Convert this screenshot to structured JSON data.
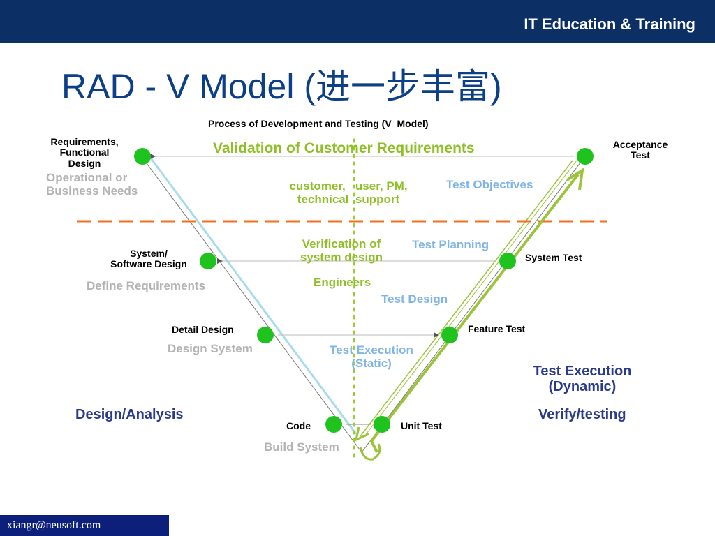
{
  "header": {
    "org": "IT Education & Training"
  },
  "title": "RAD - V Model (进一步丰富)",
  "diagram": {
    "caption": "Process of Development and Testing (V_Model)",
    "nodes": {
      "requirements": [
        "Requirements,",
        "Functional",
        "Design"
      ],
      "system_design": [
        "System/",
        "Software Design"
      ],
      "detail_design": "Detail Design",
      "code": "Code",
      "unit_test": "Unit Test",
      "feature_test": "Feature Test",
      "system_test": "System Test",
      "acceptance_test": [
        "Acceptance",
        "Test"
      ]
    },
    "left_activities": {
      "operational": [
        "Operational or",
        "Business Needs"
      ],
      "define_requirements": "Define Requirements",
      "design_system": "Design System",
      "build_system": "Build System"
    },
    "middle": {
      "validation": "Validation of Customer Requirements",
      "stakeholders": [
        "customer,   user, PM,",
        "technical  support"
      ],
      "verification": [
        "Verification of",
        "system design"
      ],
      "engineers": "Engineers"
    },
    "test_activities": {
      "objectives": "Test Objectives",
      "planning": "Test Planning",
      "design": "Test Design",
      "execution_static": [
        "Test Execution",
        "(Static)"
      ]
    },
    "sides": {
      "design_analysis": "Design/Analysis",
      "execution_dynamic": [
        "Test Execution",
        "(Dynamic)"
      ],
      "verify_testing": "Verify/testing"
    },
    "colors": {
      "node": "#1ec31e",
      "divider": "#f07020",
      "dotted": "#9acd32",
      "arrow": "#9bc43a"
    }
  },
  "footer": {
    "email": "xiangr@neusoft.com"
  }
}
